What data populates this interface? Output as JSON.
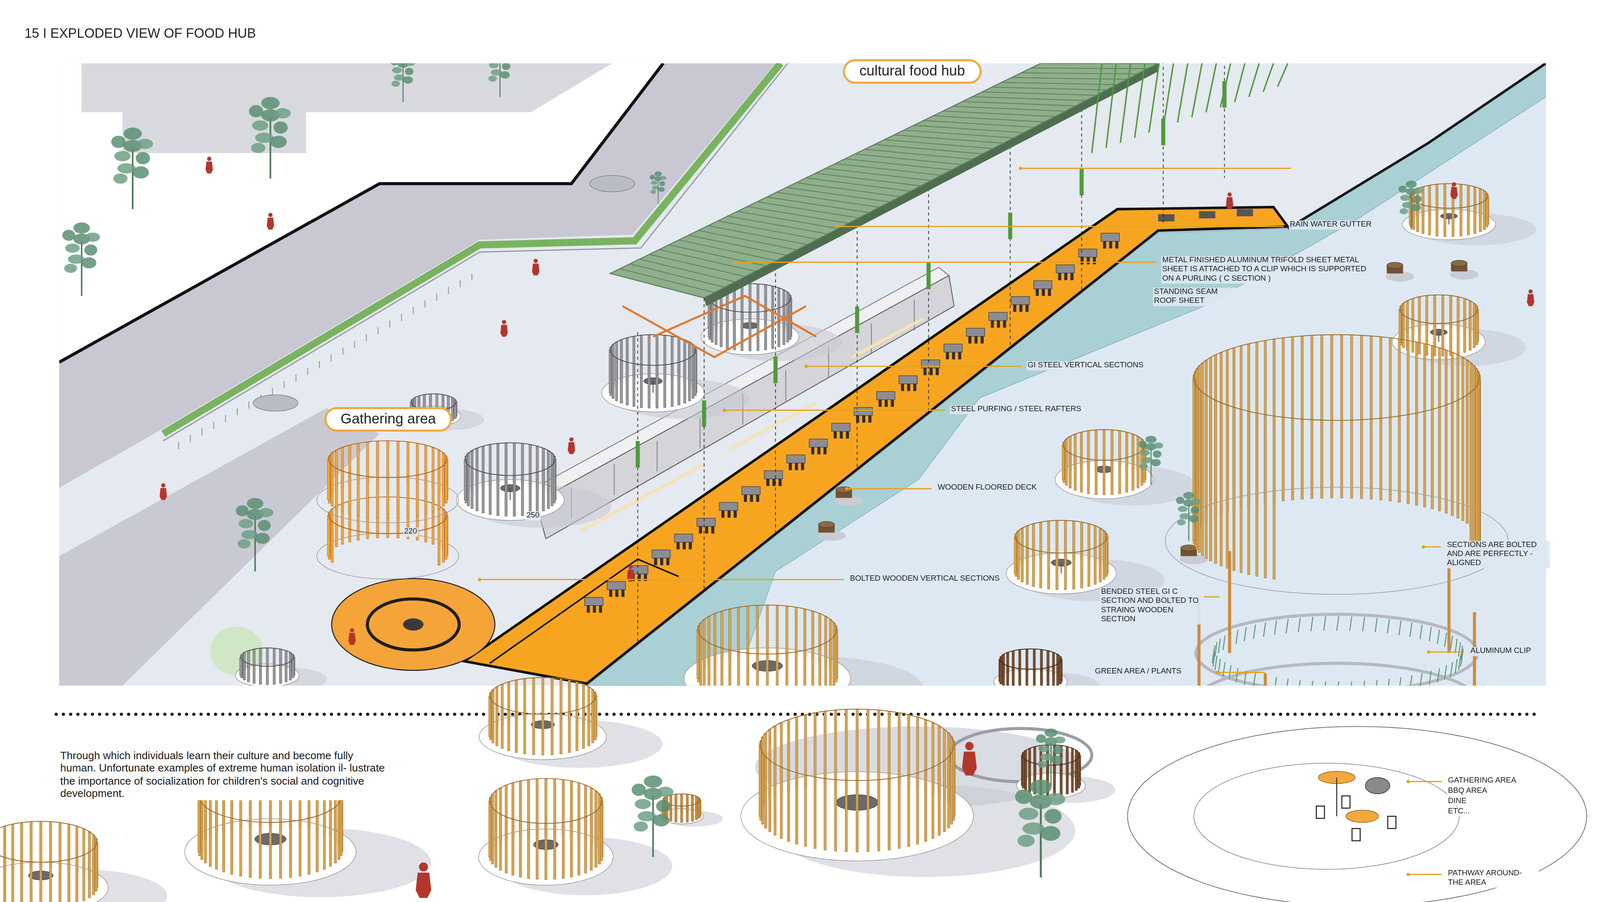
{
  "diagram": {
    "title": "15 I EXPLODED VIEW OF FOOD HUB",
    "nodes": [
      {
        "text": [
          "cultural food hub"
        ]
      },
      {
        "text": [
          "Gathering area"
        ]
      }
    ],
    "labels": [
      "RAIN WATER GUTTER",
      "METAL FINISHED ALUMINUM TRIFOLD SHEET METAL SHEET IS ATTACHED TO A CLIP WHICH IS SUPPORTED ON A PURLING ( C SECTION )",
      "STANDING SEAM ROOF SHEET",
      "GI STEEL VERTICAL SECTIONS",
      "STEEL PURFING / STEEL RAFTERS",
      "WOODEN FLOORED DECK",
      "BOLTED WOODEN VERTICAL SECTIONS",
      "SECTIONS ARE BOLTED AND ARE PERFECTLY - ALIGNED",
      "BENDED STEEL GI C SECTION AND BOLTED TO STRAING WOODEN SECTION",
      "ALUMINUM CLIP",
      "GREEN AREA / PLANTS",
      "GATHERING AREA",
      "BBQ AREA",
      "DINE",
      "ETC...",
      "PATHWAY AROUND- THE AREA",
      "220",
      "250",
      "Through which individuals learn their culture and become fully human. Unfortunate examples of extreme human isolation il- lustrate the importance of socialization for children's social and cognitive development."
    ]
  }
}
